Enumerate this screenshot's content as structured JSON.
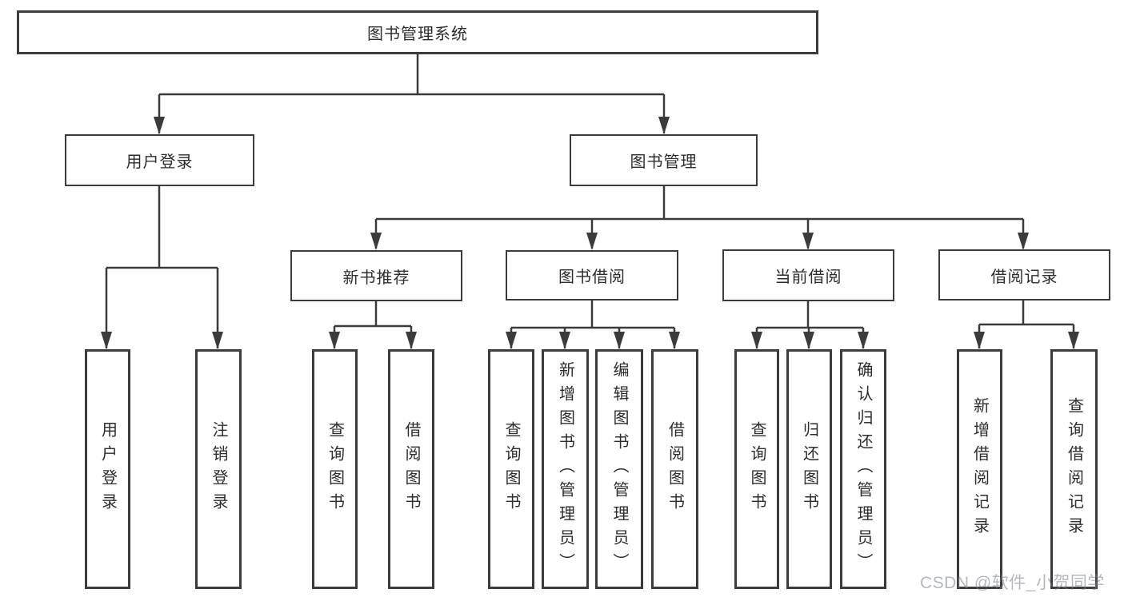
{
  "diagram": {
    "title": "图书管理系统",
    "branches": [
      {
        "label": "用户登录",
        "children": [
          {
            "label": "用户登录"
          },
          {
            "label": "注销登录"
          }
        ]
      },
      {
        "label": "图书管理",
        "children": [
          {
            "label": "新书推荐",
            "children": [
              {
                "label": "查询图书"
              },
              {
                "label": "借阅图书"
              }
            ]
          },
          {
            "label": "图书借阅",
            "children": [
              {
                "label": "查询图书"
              },
              {
                "label": "新增图书（管理员）"
              },
              {
                "label": "编辑图书（管理员）"
              },
              {
                "label": "借阅图书"
              }
            ]
          },
          {
            "label": "当前借阅",
            "children": [
              {
                "label": "查询图书"
              },
              {
                "label": "归还图书"
              },
              {
                "label": "确认归还（管理员）"
              }
            ]
          },
          {
            "label": "借阅记录",
            "children": [
              {
                "label": "新增借阅记录"
              },
              {
                "label": "查询借阅记录"
              }
            ]
          }
        ]
      }
    ]
  },
  "watermark": {
    "text": "CSDN @软件_小贺同学"
  },
  "colors": {
    "line": "#3b3b3b",
    "box_border": "#3c3c3c",
    "text": "#2d2d2d",
    "watermark_gray": "#787e86",
    "background": "#ffffff"
  }
}
